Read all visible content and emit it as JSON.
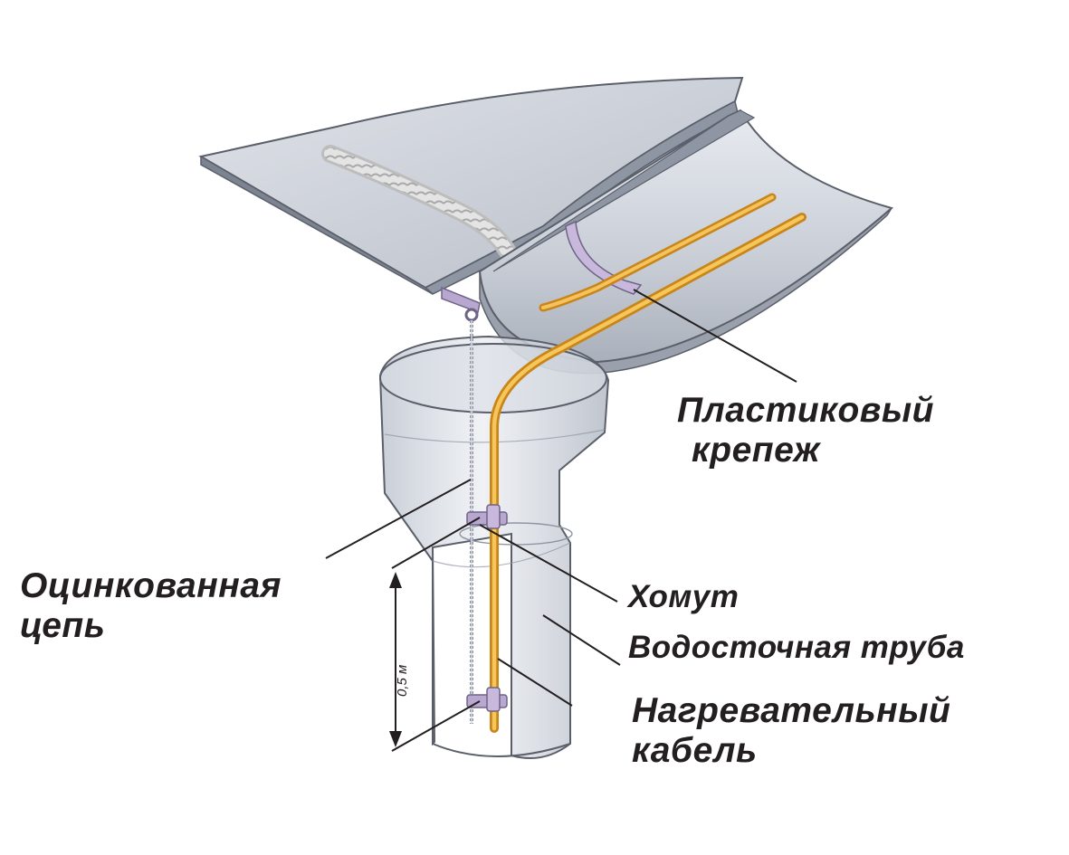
{
  "labels": {
    "plastic_fastener_1": "Пластиковый",
    "plastic_fastener_2": "крепеж",
    "chain_1": "Оцинкованная",
    "chain_2": "цепь",
    "clamp": "Хомут",
    "downpipe": "Водосточная труба",
    "cable_1": "Нагревательный",
    "cable_2": "кабель"
  },
  "dimension": "0,5 м",
  "colors": {
    "metal": "#c9ced8",
    "metal_dark": "#8f96a3",
    "cable": "#f0b23a",
    "cable_dark": "#c8861a",
    "fastener": "#b8a7cf",
    "outline": "#5a5f6a"
  }
}
